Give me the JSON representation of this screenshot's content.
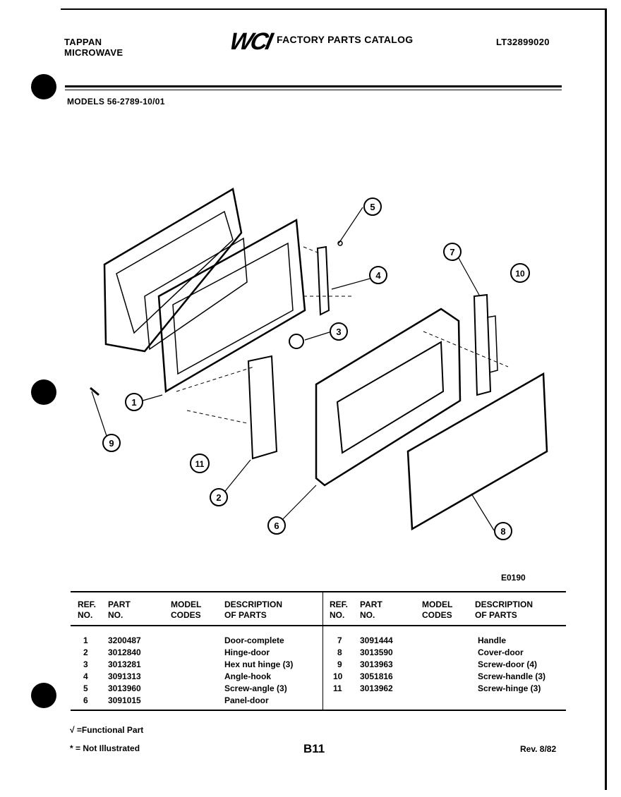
{
  "header": {
    "brand_line1": "TAPPAN",
    "brand_line2": "MICROWAVE",
    "logo": "WCI",
    "catalog_title": "FACTORY PARTS CATALOG",
    "catalog_number": "LT32899020"
  },
  "models_line": "MODELS 56-2789-10/01",
  "diagram_code": "E0190",
  "callouts": [
    "1",
    "2",
    "3",
    "4",
    "5",
    "6",
    "7",
    "8",
    "9",
    "10",
    "11"
  ],
  "table": {
    "headers": {
      "ref": [
        "REF.",
        "NO."
      ],
      "part": [
        "PART",
        "NO."
      ],
      "model": [
        "MODEL",
        "CODES"
      ],
      "desc": [
        "DESCRIPTION",
        "OF PARTS"
      ]
    },
    "left_rows": [
      {
        "ref": "1",
        "part": "3200487",
        "desc": "Door-complete"
      },
      {
        "ref": "2",
        "part": "3012840",
        "desc": "Hinge-door"
      },
      {
        "ref": "3",
        "part": "3013281",
        "desc": "Hex nut hinge (3)"
      },
      {
        "ref": "4",
        "part": "3091313",
        "desc": "Angle-hook"
      },
      {
        "ref": "5",
        "part": "3013960",
        "desc": "Screw-angle (3)"
      },
      {
        "ref": "6",
        "part": "3091015",
        "desc": "Panel-door"
      }
    ],
    "right_rows": [
      {
        "ref": "7",
        "part": "3091444",
        "desc": "Handle"
      },
      {
        "ref": "8",
        "part": "3013590",
        "desc": "Cover-door"
      },
      {
        "ref": "9",
        "part": "3013963",
        "desc": "Screw-door (4)"
      },
      {
        "ref": "10",
        "part": "3051816",
        "desc": "Screw-handle (3)"
      },
      {
        "ref": "11",
        "part": "3013962",
        "desc": "Screw-hinge (3)"
      }
    ]
  },
  "footer": {
    "functional_note": "√ =Functional Part",
    "not_illustrated_note": "* = Not Illustrated",
    "page_number": "B11",
    "revision": "Rev. 8/82"
  }
}
